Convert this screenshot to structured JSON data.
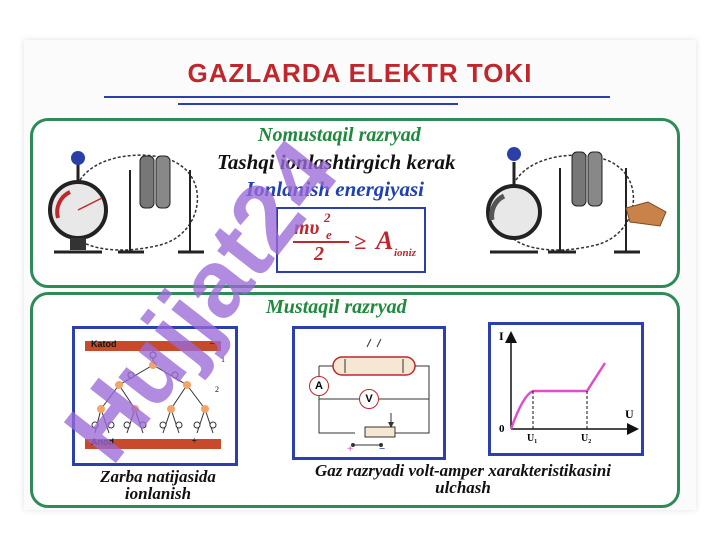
{
  "title": "GAZLARDA ELEKTR TOKI",
  "top_panel": {
    "heading": "Nomustaqil razryad",
    "line1": "Tashqi ionlashtirgich kerak",
    "line2": "Ionlanish energiyasi",
    "formula": {
      "numerator": "mυ",
      "exponent": "2",
      "subscript": "e",
      "denominator": "2",
      "relation": "≥",
      "rhs": "A",
      "rhs_subscript": "ioniz"
    }
  },
  "bottom_panel": {
    "heading": "Mustaqil razryad",
    "left_diagram": {
      "katod_label": "Katod",
      "anod_label": "Anod",
      "minus_sign": "−",
      "plus_sign": "+",
      "marker1": "1",
      "marker2": "2"
    },
    "middle_diagram": {
      "ammeter": "A",
      "voltmeter": "V",
      "plus": "+",
      "minus": "−"
    },
    "right_diagram": {
      "y_axis": "I",
      "x_axis": "U",
      "origin": "0",
      "u1": "U₁",
      "u2": "U₂"
    },
    "caption_left_1": "Zarba natijasida",
    "caption_left_2": "ionlanish",
    "caption_right_1": "Gaz razryadi volt-amper xarakteristikasini",
    "caption_right_2": "ulchash"
  },
  "watermark": "Hujjat24",
  "colors": {
    "title": "#c0272d",
    "heading_green": "#1f8a3b",
    "blue": "#1f3fb5",
    "panel_border": "#2e8b57",
    "watermark": "#9a6ad6",
    "iv_curve": "#e04fc7"
  }
}
